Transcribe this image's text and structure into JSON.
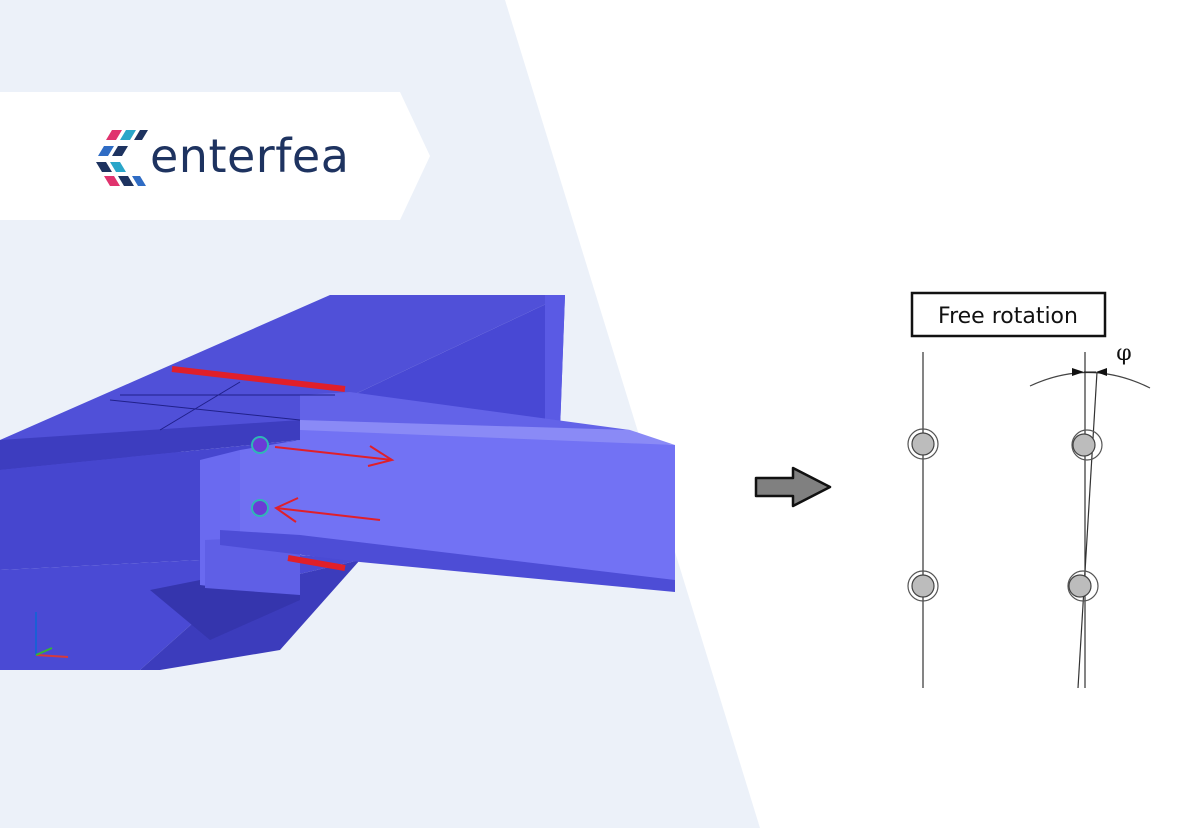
{
  "brand": {
    "name": "enterfea",
    "colors": {
      "navy": "#1e3360",
      "pink": "#e0336e",
      "teal": "#2aa6c9",
      "blue": "#2f6cc4"
    }
  },
  "diagram": {
    "label": "Free rotation",
    "angle_symbol": "φ",
    "arrow_icon": "right-arrow-icon"
  },
  "colors": {
    "background_panel": "#ecf1f9",
    "steel": "#5b5be8",
    "contact_line": "#e01f2a"
  }
}
